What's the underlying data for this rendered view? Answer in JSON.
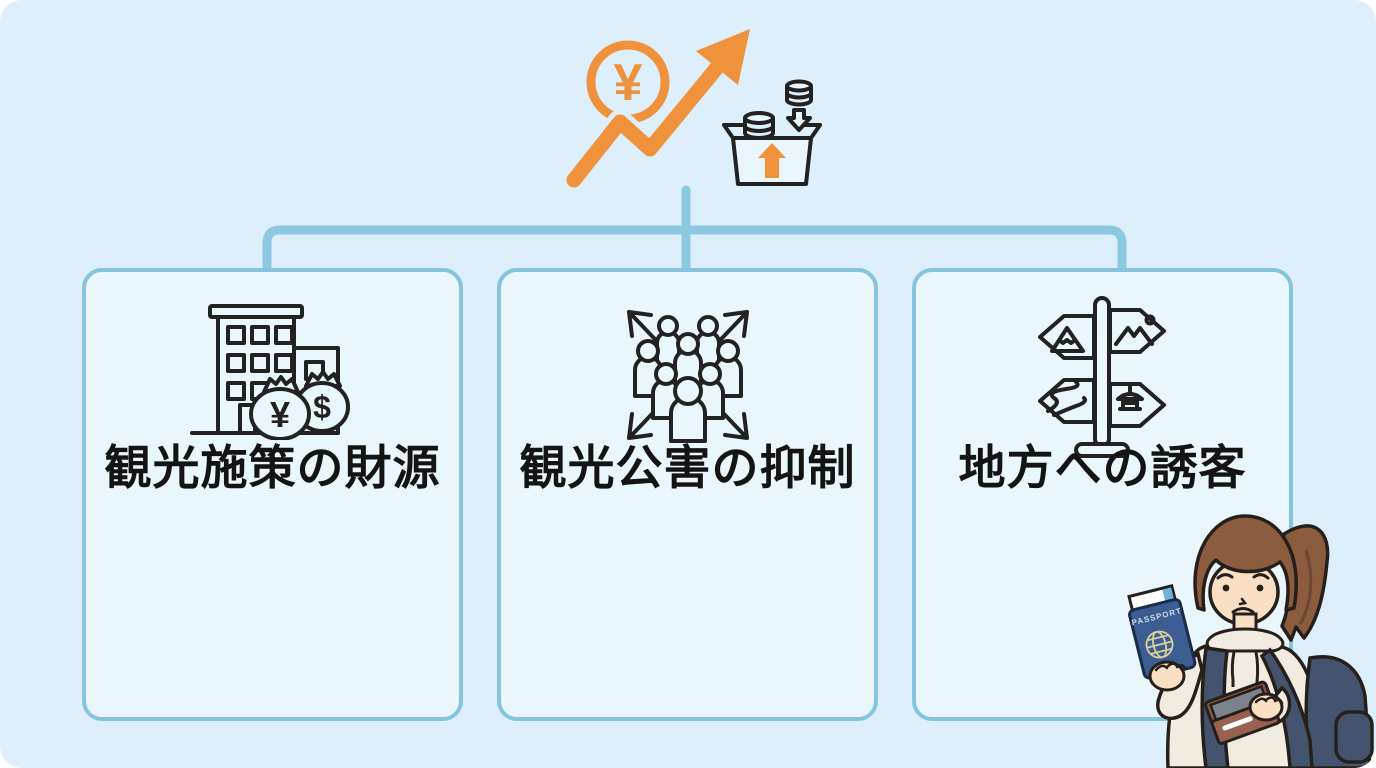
{
  "meta": {
    "type": "infographic-diagram",
    "language": "ja"
  },
  "palette": {
    "background": "#ddeffa",
    "card_fill": "#e9f6fc",
    "card_border": "#85c3de",
    "connector": "#8cc8e2",
    "accent_orange": "#f0913c",
    "line_art": "#222222",
    "label_text": "#141414",
    "hair_brown": "#8b5c3e",
    "skin": "#f9dfc4",
    "hoodie_cream": "#f2ece0",
    "backpack_navy": "#44546e",
    "passport_navy": "#3c5d91",
    "wallet_brown": "#9a6150"
  },
  "hero": {
    "yen_symbol": "¥",
    "icons": [
      "growth-arrow-icon",
      "yen-coin-icon",
      "donation-box-icon"
    ]
  },
  "boxes": [
    {
      "id": "tourism-funding",
      "icon": "building-with-money-bags-icon",
      "symbols": {
        "front_bag": "¥",
        "back_bag": "$"
      },
      "label": "観光施策の財源"
    },
    {
      "id": "overtourism-control",
      "icon": "crowd-dispersing-arrows-icon",
      "label": "観光公害の抑制"
    },
    {
      "id": "regional-attraction",
      "icon": "destination-signpost-icon",
      "label": "地方への誘客"
    }
  ],
  "illustration": {
    "name": "worried-female-tourist",
    "passport_text": "PASSPORT",
    "items": [
      "passport",
      "boarding-pass",
      "wallet",
      "backpack"
    ]
  }
}
